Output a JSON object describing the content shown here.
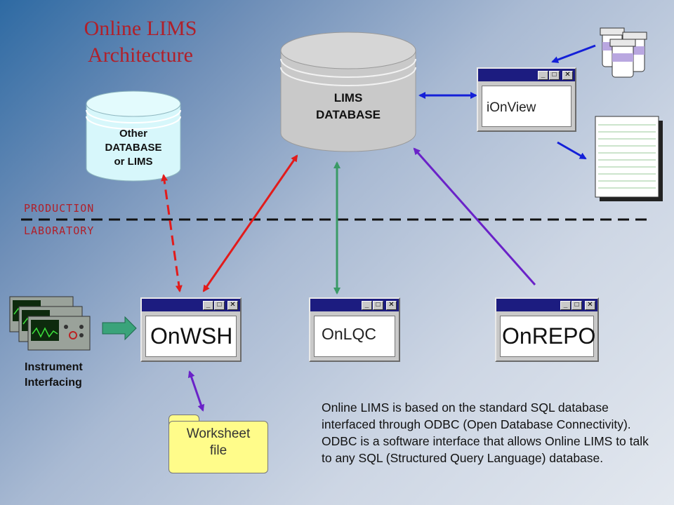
{
  "title": "Online LIMS Architecture",
  "zones": {
    "production": "PRODUCTION",
    "laboratory": "LABORATORY"
  },
  "databases": {
    "lims": {
      "line1": "LIMS",
      "line2": "DATABASE"
    },
    "other": {
      "line1": "Other",
      "line2": "DATABASE",
      "line3": "or LIMS"
    }
  },
  "windows": {
    "ionview": {
      "label": "iOnView"
    },
    "onwsh": {
      "label": "OnWSH"
    },
    "onlqc": {
      "label": "OnLQC"
    },
    "onrepo": {
      "label": "OnREPO"
    }
  },
  "window_buttons": {
    "minimize": "_",
    "maximize": "□",
    "close": "✕"
  },
  "instrument": {
    "line1": "Instrument",
    "line2": "Interfacing"
  },
  "worksheet": {
    "line1": "Worksheet",
    "line2": "file"
  },
  "description": "Online LIMS is based on the standard SQL database interfaced through ODBC (Open Database Connectivity).  ODBC is a software interface that allows Online LIMS to talk to any SQL (Structured Query Language) database.",
  "colors": {
    "title": "#b0202a",
    "red_arrow": "#e21b1b",
    "green_arrow": "#3a9a66",
    "purple_arrow": "#6a22c8",
    "blue_arrow": "#1420d8",
    "window_titlebar": "#1c1c80",
    "worksheet_fill": "#fffc8a",
    "other_db_fill": "#d7f7fb",
    "lims_db_fill": "#c9c9c9"
  }
}
